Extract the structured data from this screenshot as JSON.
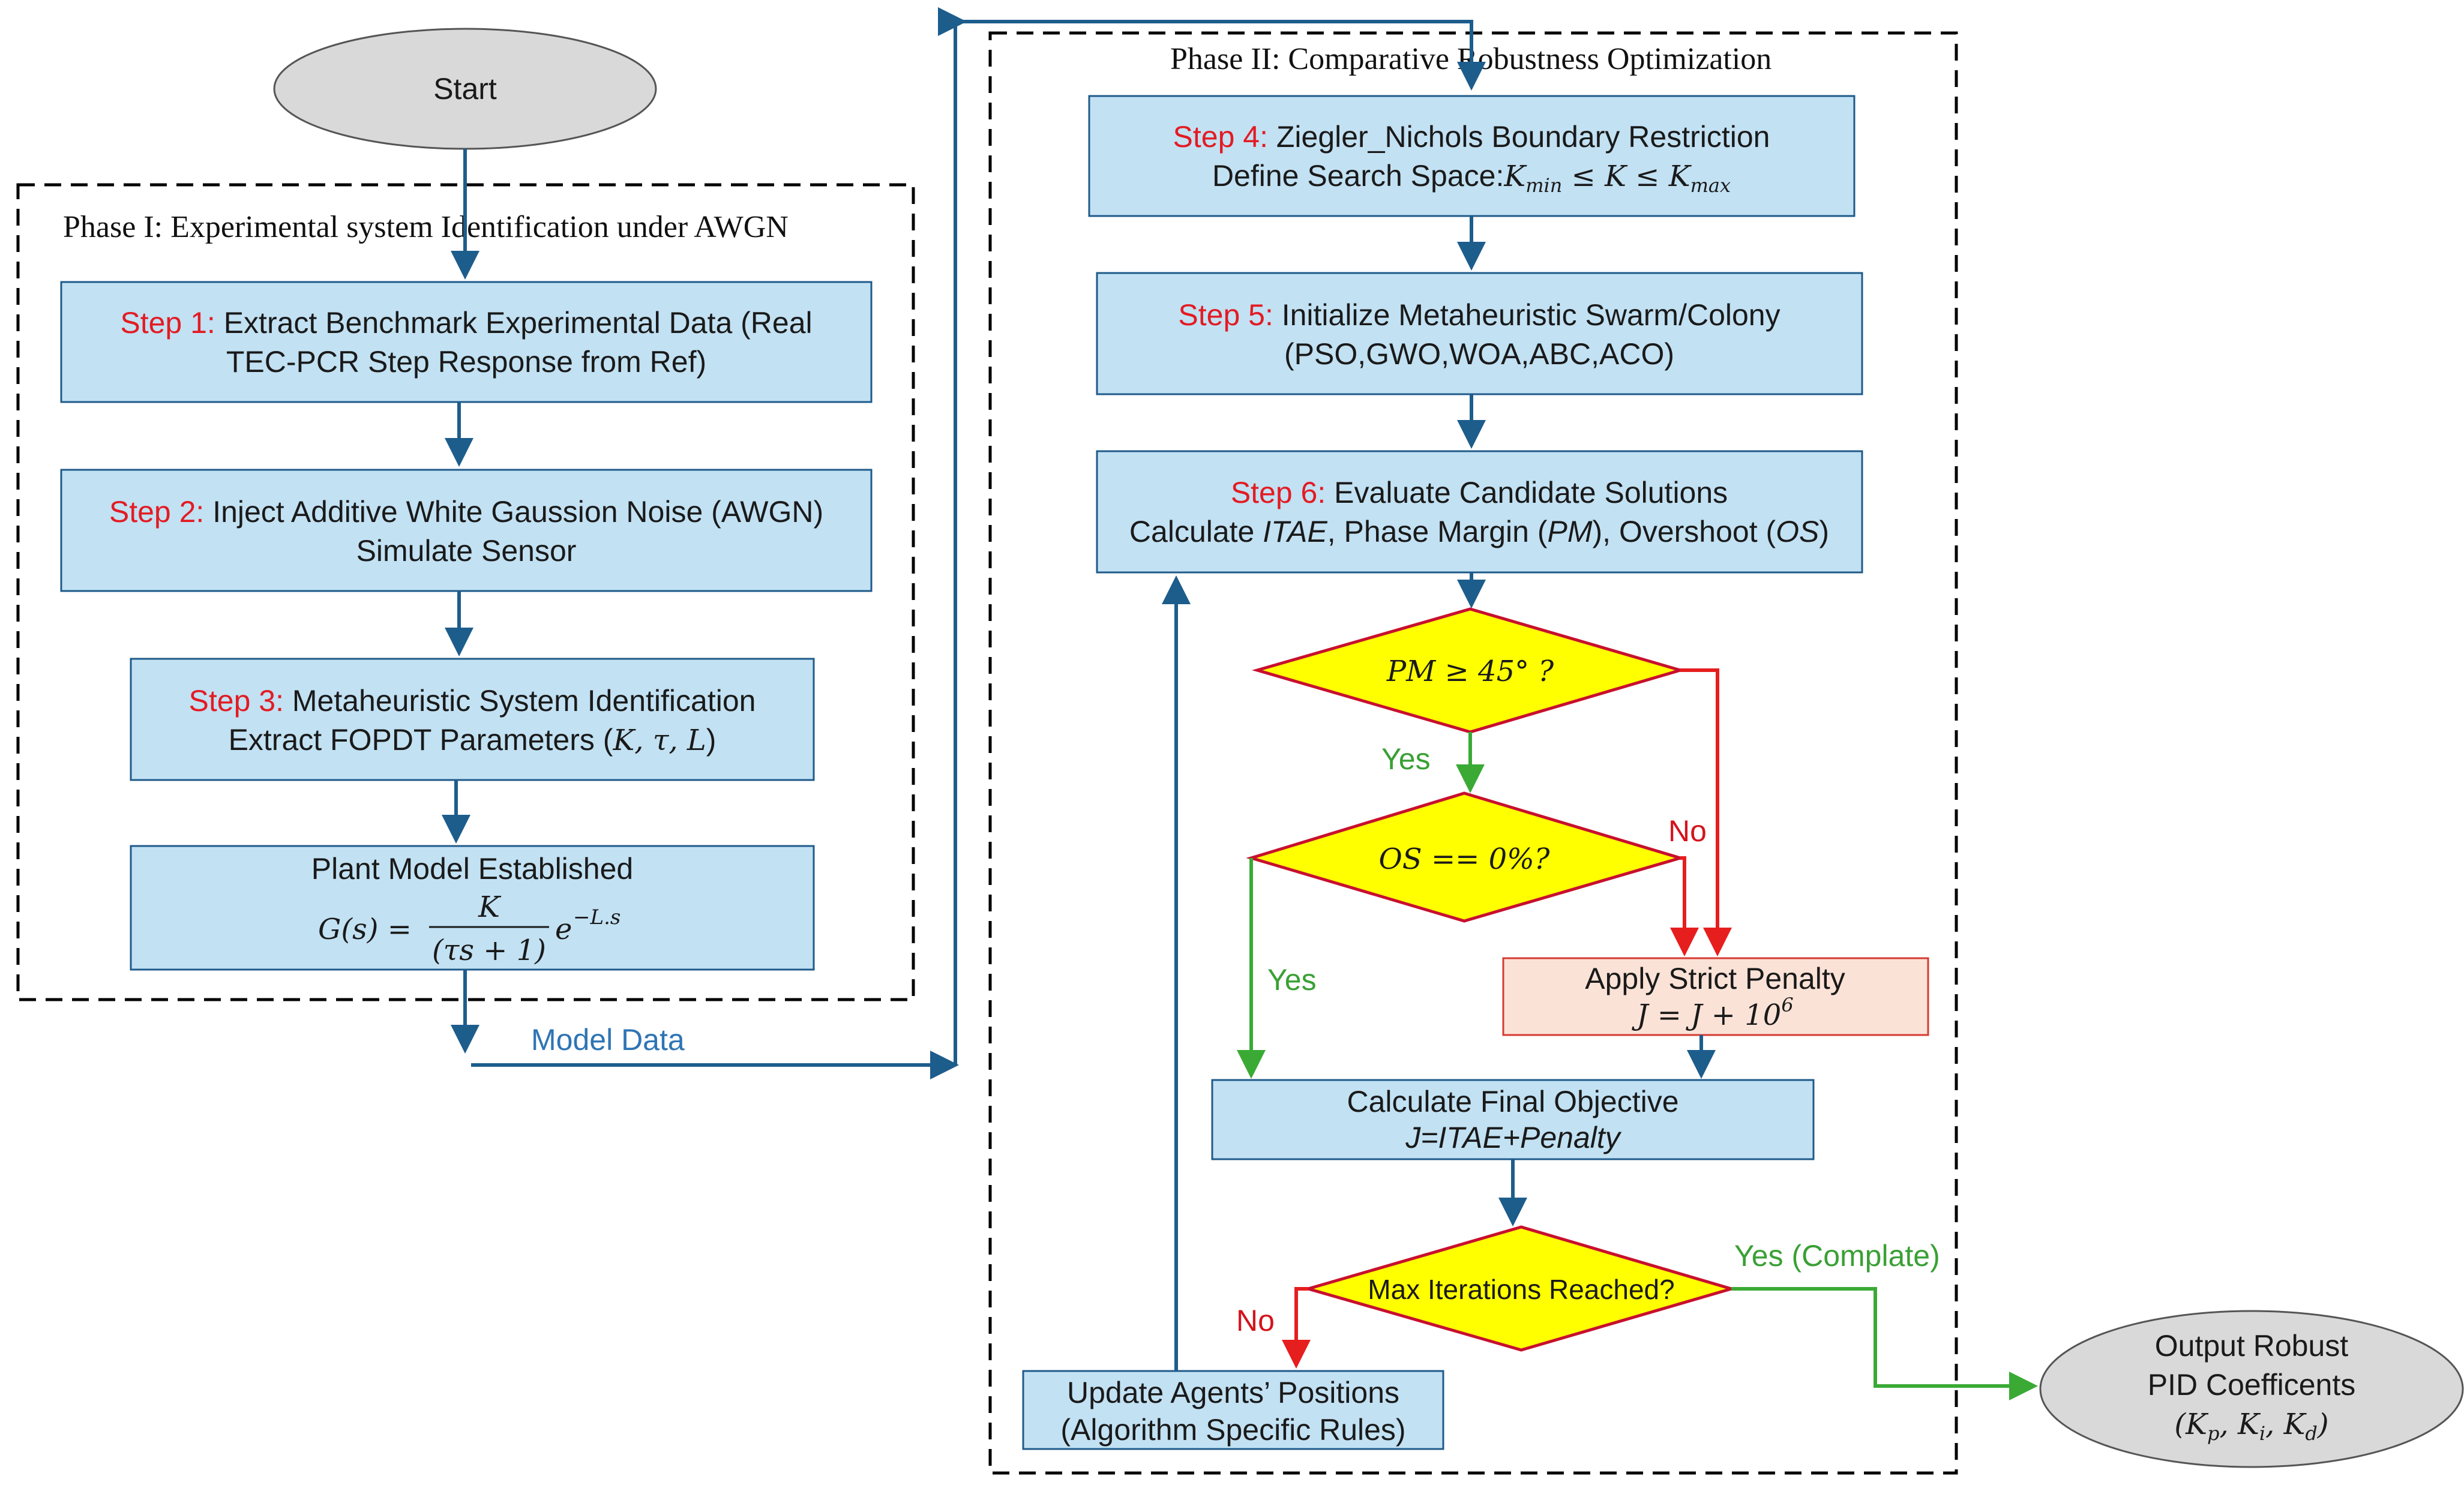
{
  "start": {
    "label": "Start"
  },
  "phase1": {
    "title": "Phase I: Experimental system Identification under AWGN",
    "step1": {
      "tag": "Step 1:",
      "line1": " Extract Benchmark Experimental Data (Real",
      "line2": "TEC-PCR Step Response from Ref)"
    },
    "step2": {
      "tag": "Step 2:",
      "line1": " Inject Additive White Gaussion Noise (AWGN)",
      "line2": "Simulate Sensor"
    },
    "step3": {
      "tag": "Step 3:",
      "line1": " Metaheuristic System Identification",
      "line2": "Extract FOPDT Parameters (",
      "params": "K, τ, L",
      "close": ")"
    },
    "plant": {
      "line1": "Plant Model Established",
      "lhs": "G(s) =",
      "num": "K",
      "den": "(τs + 1)",
      "exp_base": "e",
      "exp": "−L.s"
    }
  },
  "model_data": {
    "label": "Model Data"
  },
  "phase2": {
    "title": "Phase II: Comparative Robustness Optimization",
    "step4": {
      "tag": "Step 4:",
      "line1": " Ziegler_Nichols Boundary Restriction",
      "line2": "Define Search Space:",
      "kmin": "K",
      "kmin_sub": "min",
      "le": " ≤ K ≤ ",
      "kmax": "K",
      "kmax_sub": "max"
    },
    "step5": {
      "tag": "Step 5:",
      "line1": " Initialize Metaheuristic Swarm/Colony",
      "line2": "(PSO,GWO,WOA,ABC,ACO)"
    },
    "step6": {
      "tag": "Step 6:",
      "line1": " Evaluate Candidate Solutions",
      "l2a": "Calculate ",
      "itae": "ITAE",
      "l2b": ", Phase Margin (",
      "pm": "PM",
      "l2c": "), Overshoot (",
      "os": "OS",
      "l2d": ")"
    },
    "decision_pm": {
      "label": "PM ≥ 45° ?"
    },
    "decision_os": {
      "label": "OS == 0%?"
    },
    "penalty": {
      "line1": "Apply Strict Penalty",
      "line2": "J = J + 10",
      "sup": "6"
    },
    "objective": {
      "line1": "Calculate Final Objective",
      "line2": "J=ITAE+Penalty"
    },
    "decision_iter": {
      "label": "Max Iterations Reached?"
    },
    "update": {
      "line1": "Update Agents’ Positions",
      "line2": "(Algorithm Specific Rules)"
    },
    "labels": {
      "yes1": "Yes",
      "no1": "No",
      "yes2": "Yes",
      "no2": "No",
      "yes_complete": "Yes (Complate)"
    }
  },
  "output": {
    "line1": "Output Robust",
    "line2": "PID Coefficents",
    "params": "(K",
    "p": "p",
    "c1": ", K",
    "i": "i",
    "c2": ", K",
    "d": "d",
    "close": ")"
  },
  "colors": {
    "box_fill": "#c2e1f3",
    "step_red": "#e31b23",
    "decision_fill": "#ffff00",
    "penalty_fill": "#fbe2d7",
    "oval_fill": "#d9d9d9",
    "arrow_blue": "#1d5d8c",
    "arrow_red": "#e61e1e",
    "arrow_green": "#3aaa35"
  }
}
